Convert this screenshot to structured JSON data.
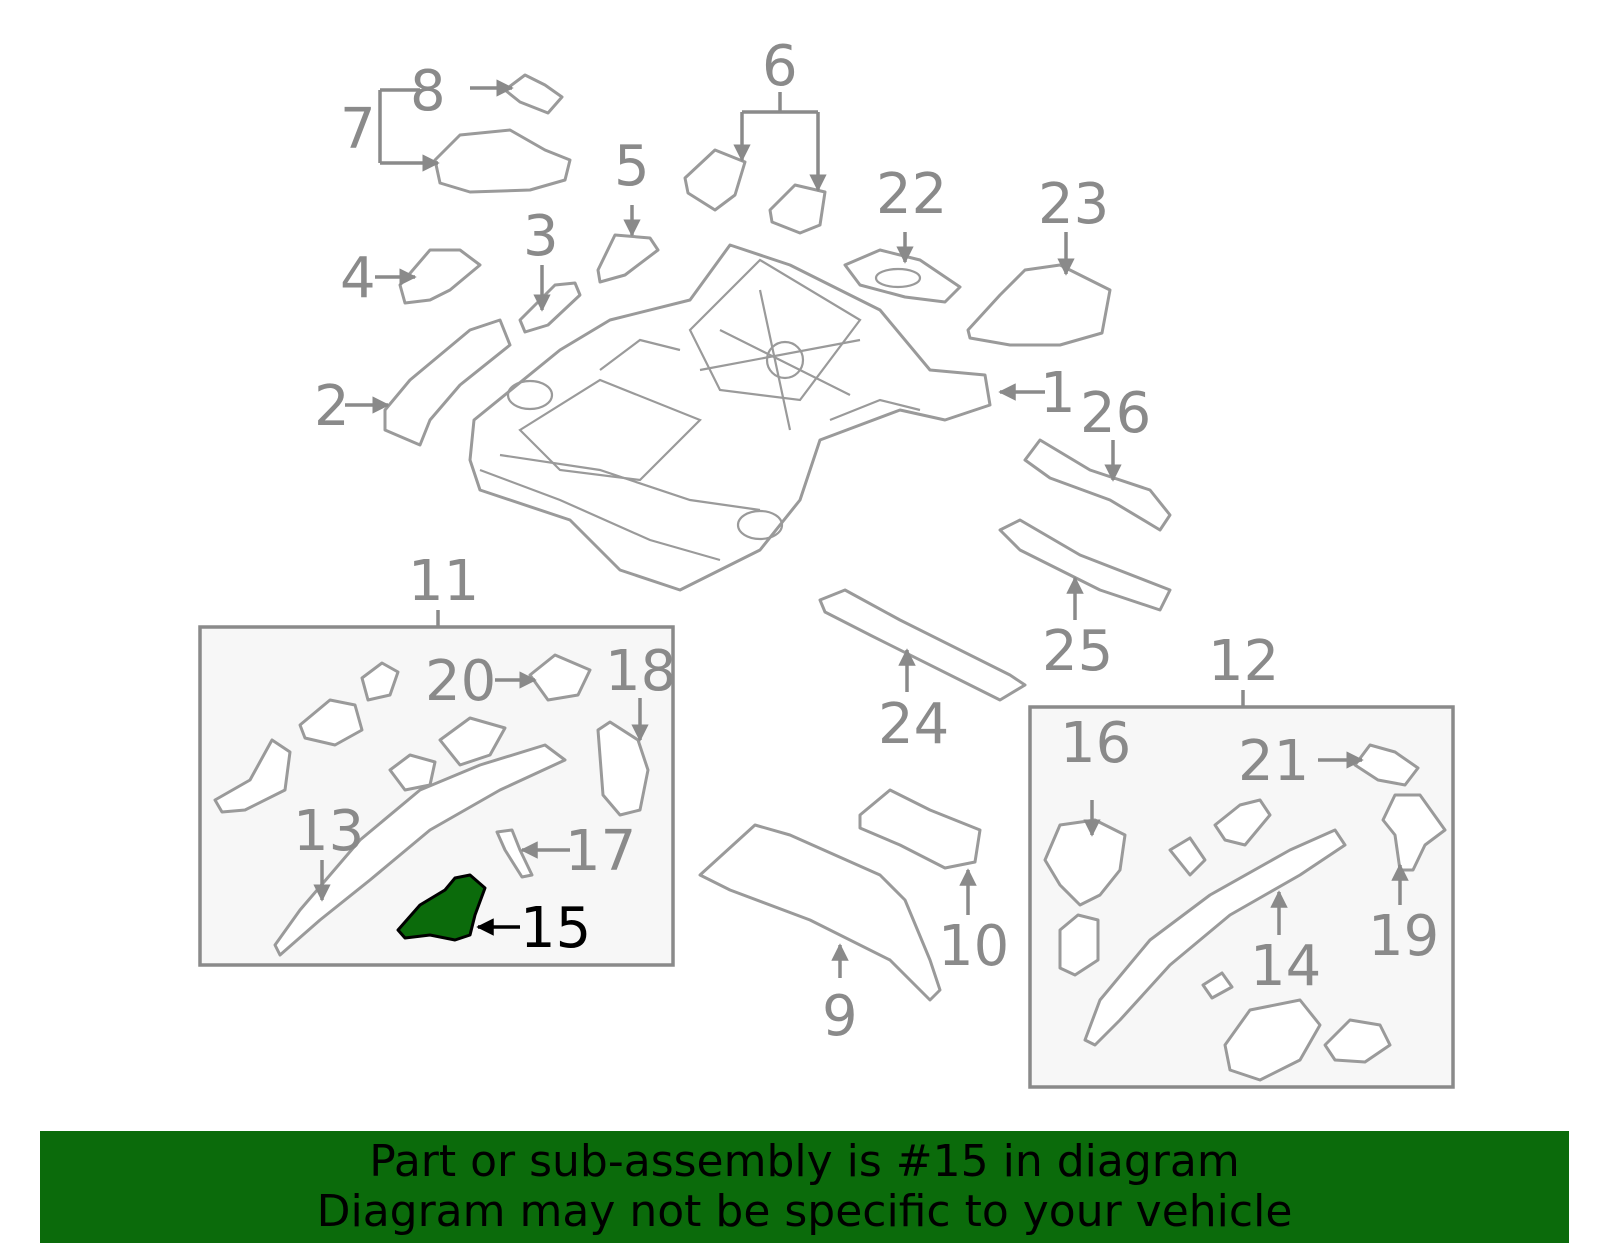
{
  "diagram": {
    "highlighted_part": "15",
    "callouts": [
      "1",
      "2",
      "3",
      "4",
      "5",
      "6",
      "7",
      "8",
      "9",
      "10",
      "11",
      "12",
      "13",
      "14",
      "15",
      "16",
      "17",
      "18",
      "19",
      "20",
      "21",
      "22",
      "23",
      "24",
      "25",
      "26"
    ],
    "colors": {
      "highlight": "#0b6b0b",
      "line": "#9a9a9a",
      "label": "#8a8a8a",
      "highlight_label": "#000000"
    },
    "icons": [
      "arrow-icon"
    ]
  },
  "banner": {
    "line1": "Part or sub-assembly is #15 in diagram",
    "line2": "Diagram may not be specific to your vehicle",
    "background": "#0b6b0b"
  }
}
